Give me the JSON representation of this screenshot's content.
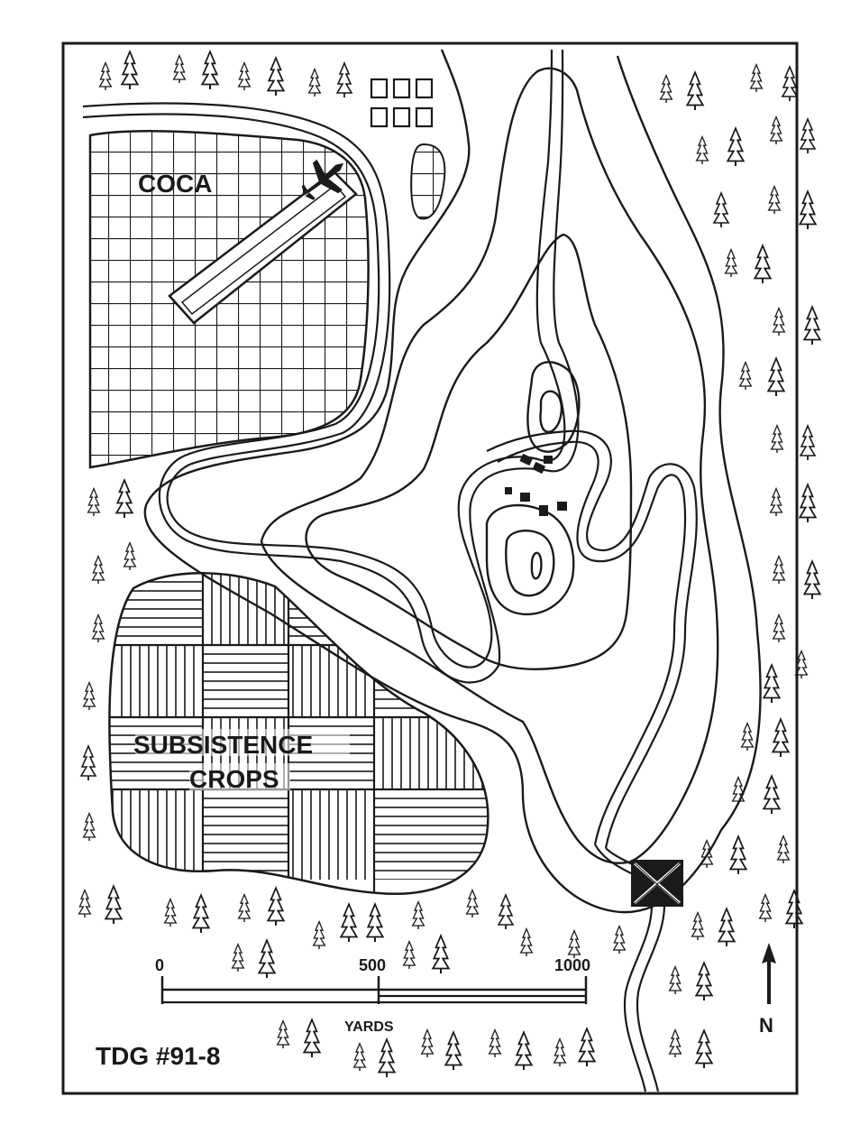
{
  "map": {
    "labels": {
      "coca": "COCA",
      "subsistence_line1": "SUBSISTENCE",
      "subsistence_line2": "CROPS",
      "title": "TDG #91-8",
      "north": "N"
    },
    "scale": {
      "unit": "YARDS",
      "ticks": [
        "0",
        "500",
        "1000"
      ]
    }
  }
}
